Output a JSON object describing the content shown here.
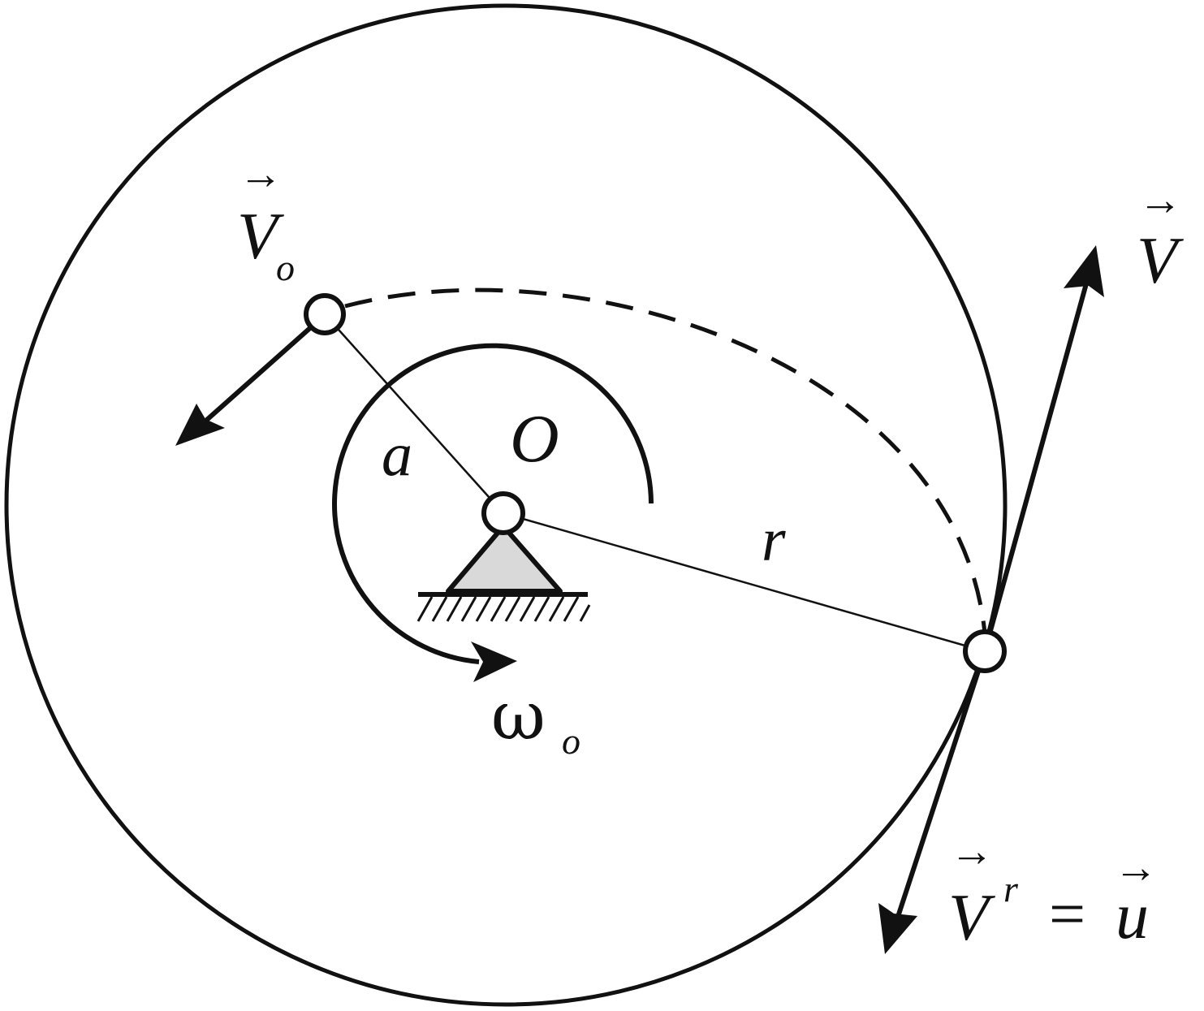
{
  "labels": {
    "center": "O",
    "arm": "a",
    "radius": "r",
    "omega_symbol": "ω",
    "omega_sub": "o",
    "v_o_main": "V",
    "v_o_sub": "o",
    "v_main": "V",
    "v_r_main": "V",
    "v_r_sup": "r",
    "equals": "=",
    "u": "u",
    "vector_arrow": "→"
  },
  "colors": {
    "stroke": "#111111",
    "support_fill": "#d9d9d9",
    "joint_fill": "#ffffff"
  },
  "icons": {
    "pivot_support": "hinged-support-icon",
    "joint": "pin-joint-icon"
  }
}
